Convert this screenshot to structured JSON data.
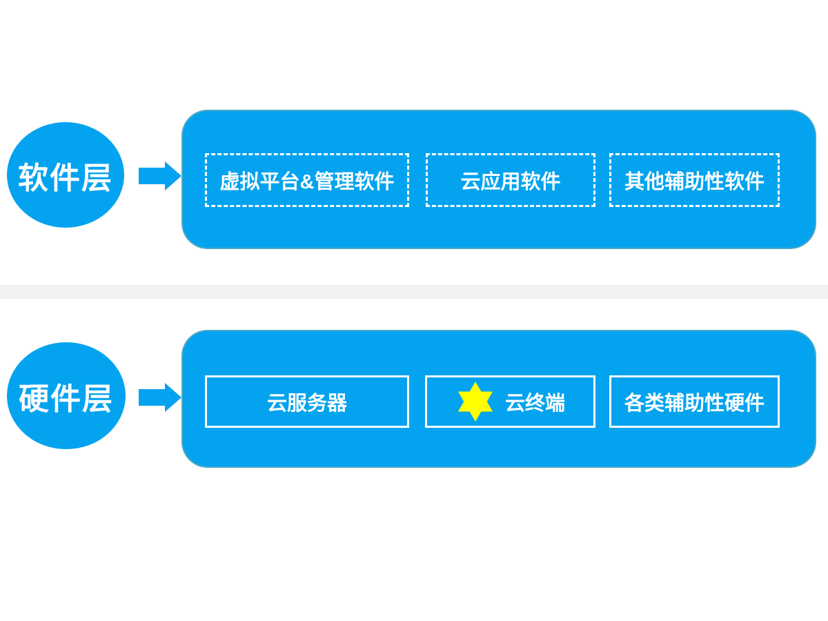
{
  "colors": {
    "primary_blue": "#04a3ef",
    "star_yellow": "#ffff00",
    "divider_gray": "#f1f1f1",
    "text_white": "#ffffff"
  },
  "layers": [
    {
      "id": "software",
      "circle_label": "软件层",
      "box_border_style": "dashed",
      "boxes": [
        {
          "label": "虚拟平台&管理软件"
        },
        {
          "label": "云应用软件"
        },
        {
          "label": "其他辅助性软件"
        }
      ]
    },
    {
      "id": "hardware",
      "circle_label": "硬件层",
      "box_border_style": "solid",
      "boxes": [
        {
          "label": "云服务器"
        },
        {
          "label": "云终端",
          "icon": "star-icon"
        },
        {
          "label": "各类辅助性硬件"
        }
      ]
    }
  ]
}
